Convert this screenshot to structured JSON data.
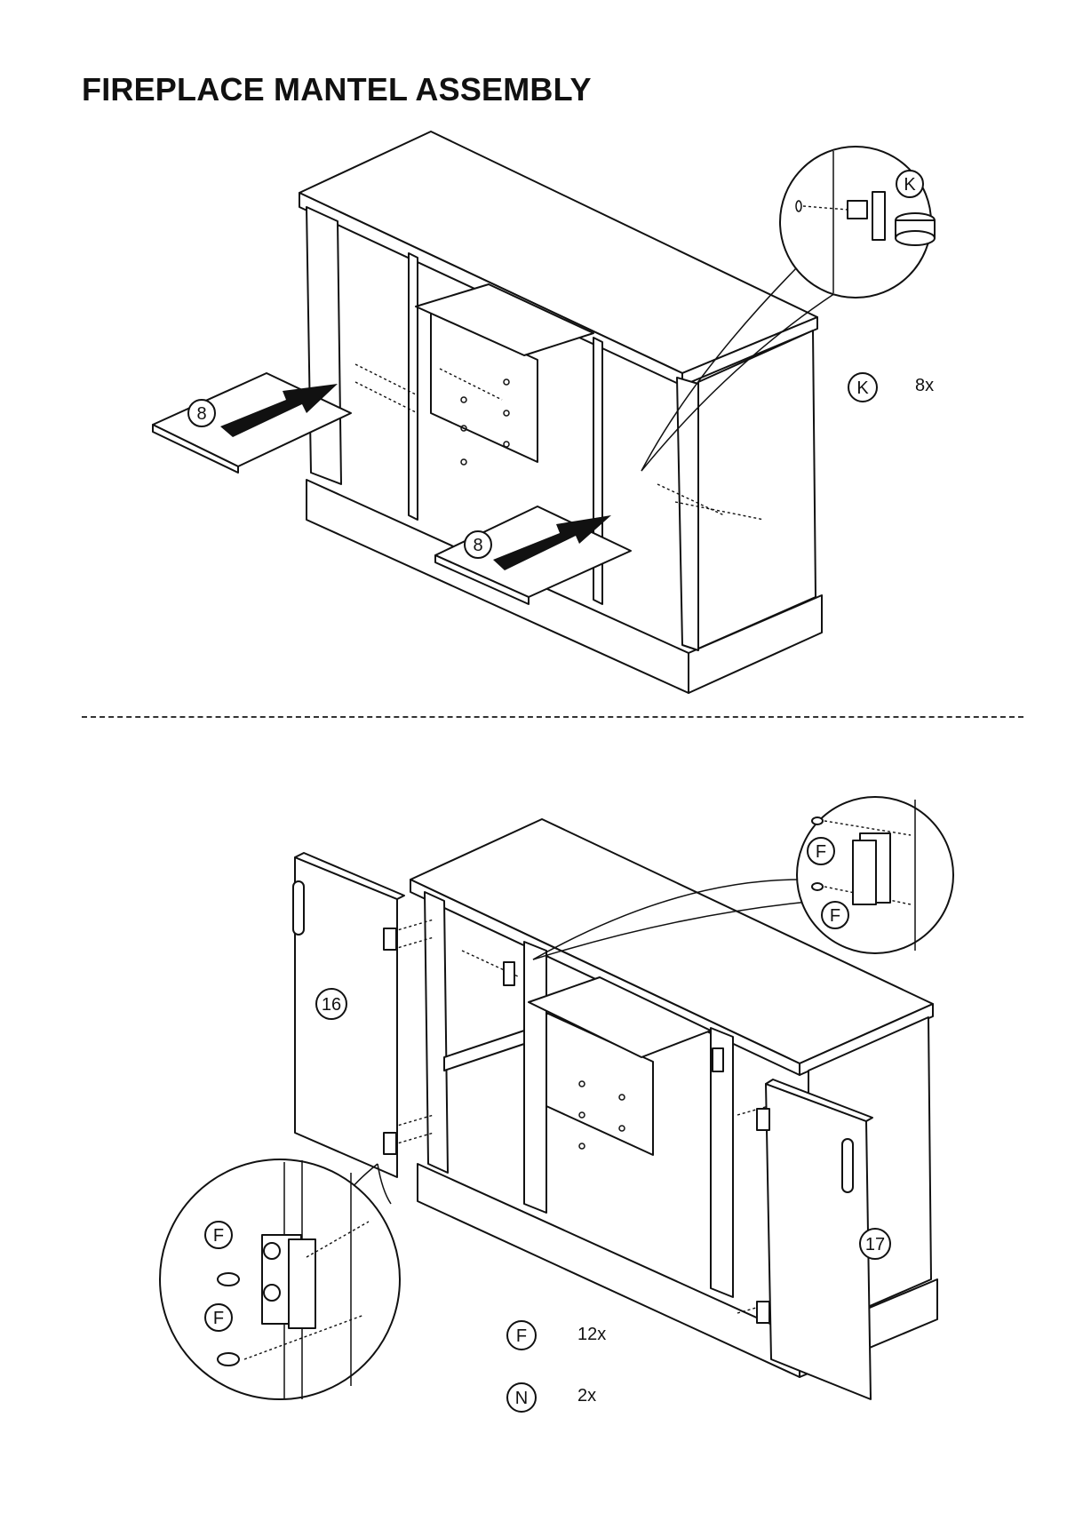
{
  "page": {
    "title": "FIREPLACE MANTEL ASSEMBLY"
  },
  "step1": {
    "shelf_callouts": [
      "8",
      "8"
    ],
    "detail_callout": "K",
    "parts": [
      {
        "id": "K",
        "qty": "8x"
      }
    ]
  },
  "step2": {
    "door_left": "16",
    "door_right": "17",
    "detail_callouts_top": [
      "F",
      "F"
    ],
    "detail_callouts_bottom": [
      "F",
      "F"
    ],
    "parts": [
      {
        "id": "F",
        "qty": "12x"
      },
      {
        "id": "N",
        "qty": "2x"
      }
    ]
  }
}
